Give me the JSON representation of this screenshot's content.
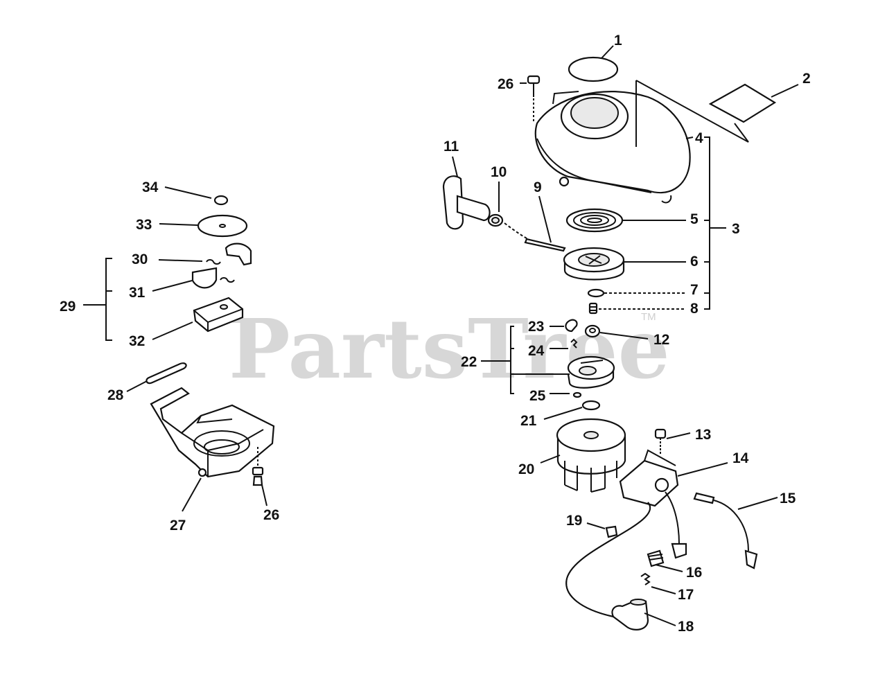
{
  "watermark": {
    "text": "PartsTree",
    "mark": "TM"
  },
  "callouts": [
    "1",
    "2",
    "3",
    "4",
    "5",
    "6",
    "7",
    "8",
    "9",
    "10",
    "11",
    "12",
    "13",
    "14",
    "15",
    "16",
    "17",
    "18",
    "19",
    "20",
    "21",
    "22",
    "23",
    "24",
    "25",
    "26",
    "26",
    "27",
    "28",
    "29",
    "30",
    "31",
    "32",
    "33",
    "34"
  ]
}
